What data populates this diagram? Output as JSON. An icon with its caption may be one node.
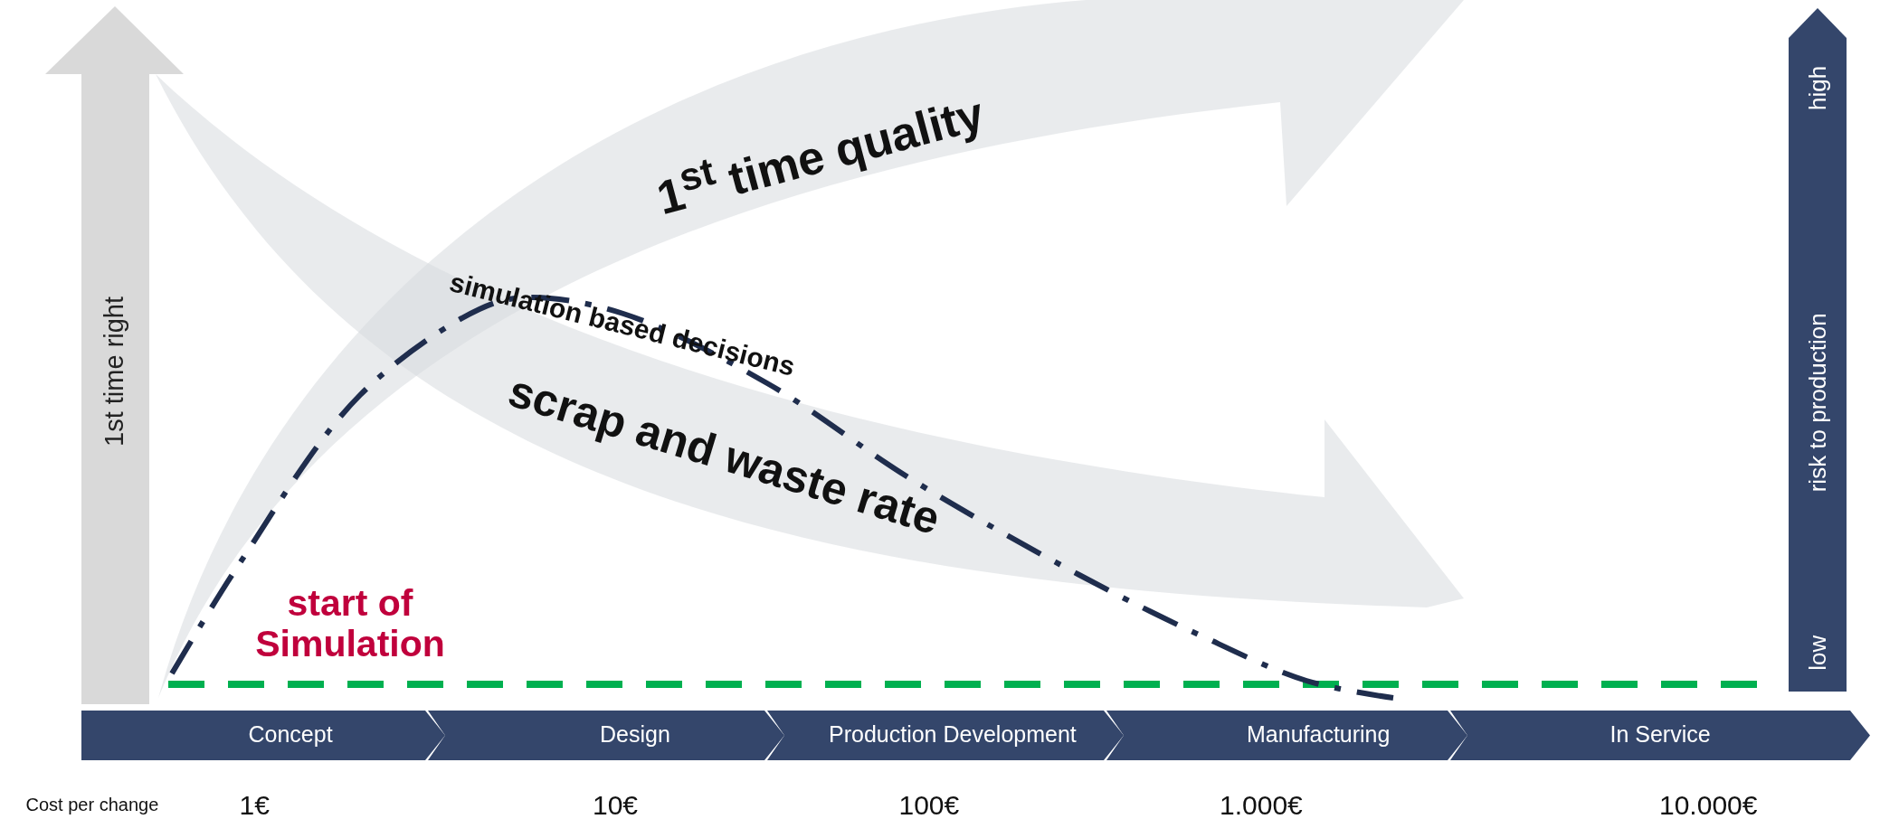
{
  "diagram": {
    "nodes": [
      {
        "text": [
          "1st time right"
        ]
      },
      {
        "text": [
          "high",
          "risk to production",
          "low"
        ]
      },
      {
        "text": [
          "1$^{st}$ time quality"
        ]
      },
      {
        "text": [
          "scrap and waste rate"
        ]
      },
      {
        "text": [
          "Concept"
        ]
      },
      {
        "text": [
          "Design"
        ]
      },
      {
        "text": [
          "Production Development"
        ]
      },
      {
        "text": [
          "Manufacturing"
        ]
      },
      {
        "text": [
          "In Service"
        ]
      }
    ],
    "labels": [
      "simulation based decisions",
      "start of Simulation",
      "Cost per change",
      "1€",
      "10€",
      "100€",
      "1.000€",
      "10.000€"
    ]
  }
}
